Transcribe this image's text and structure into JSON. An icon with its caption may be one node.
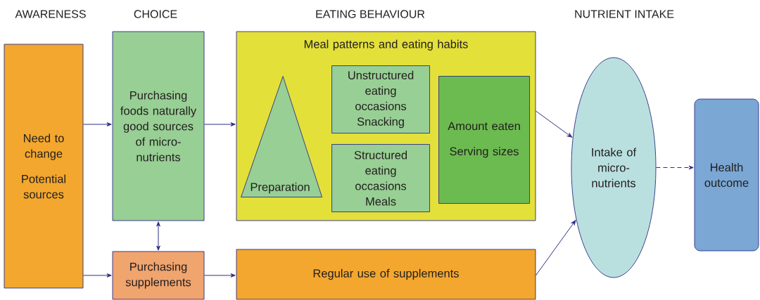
{
  "diagram": {
    "nodes": [
      {
        "text": [
          "Need to change",
          "Potential sources"
        ]
      },
      {
        "text": [
          "Purchasing foods naturally good sources of micro-nutrients"
        ]
      },
      {
        "text": [
          "Purchasing supplements"
        ]
      },
      {
        "text": [
          "Meal patterns and eating habits"
        ]
      },
      {
        "text": [
          "Preparation"
        ],
        "in": 3
      },
      {
        "text": [
          "Unstructured eating occasions Snacking"
        ],
        "in": 3
      },
      {
        "text": [
          "Structured eating occasions Meals"
        ],
        "in": 3
      },
      {
        "text": [
          "Amount eaten",
          "Serving sizes"
        ],
        "in": 3
      },
      {
        "text": [
          "Regular use of supplements"
        ]
      },
      {
        "text": [
          "Intake of micro-nutrients"
        ]
      },
      {
        "text": [
          "Health outcome"
        ]
      }
    ],
    "edges": [
      {
        "from": 0,
        "to": 1,
        "arrow": "to"
      },
      {
        "from": 0,
        "to": 2,
        "arrow": "to"
      },
      {
        "from": 1,
        "to": 2,
        "arrow": "both"
      },
      {
        "from": 1,
        "to": 3,
        "arrow": "to"
      },
      {
        "from": 2,
        "to": 8,
        "arrow": "to"
      },
      {
        "from": 3,
        "to": 9,
        "arrow": "to"
      },
      {
        "from": 8,
        "to": 9,
        "arrow": "to"
      },
      {
        "from": 9,
        "to": 10,
        "arrow": "to",
        "style": "dashed"
      }
    ],
    "labels": [
      "AWARENESS",
      "CHOICE",
      "EATING BEHAVIOUR",
      "NUTRIENT INTAKE"
    ]
  }
}
